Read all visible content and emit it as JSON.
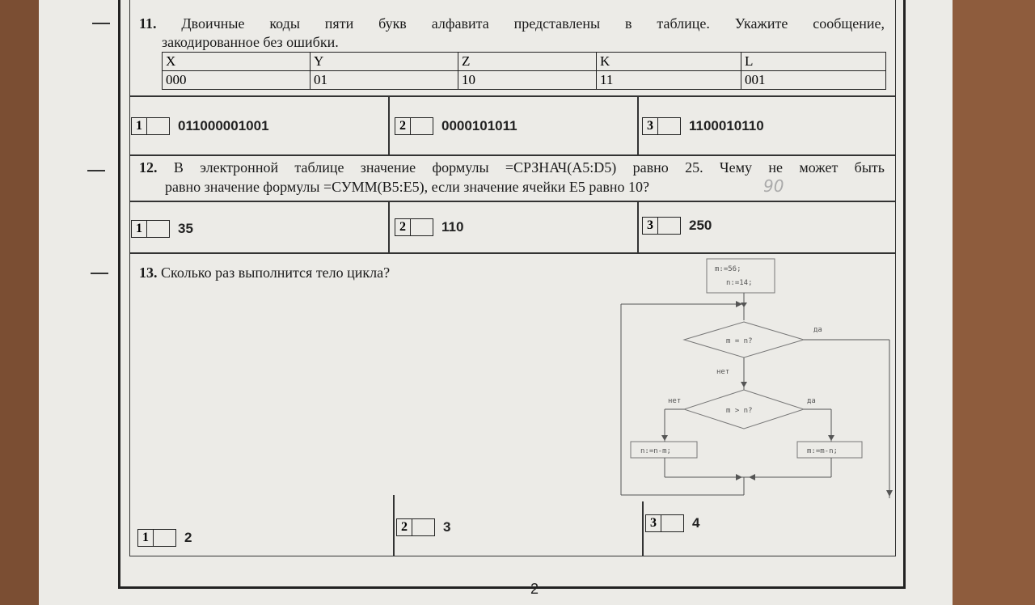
{
  "page_number": "2",
  "q11": {
    "number": "11.",
    "line1": "Двоичные коды пяти букв алфавита представлены в таблице. Укажите сообщение,",
    "line2": "закодированное без ошибки.",
    "headers": [
      "X",
      "Y",
      "Z",
      "K",
      "L"
    ],
    "codes": [
      "000",
      "01",
      "10",
      "11",
      "001"
    ],
    "answers": [
      {
        "num": "1",
        "value": "011000001001"
      },
      {
        "num": "2",
        "value": "0000101011"
      },
      {
        "num": "3",
        "value": "1100010110"
      }
    ]
  },
  "q12": {
    "number": "12.",
    "line1": "В электронной таблице значение формулы =СРЗНАЧ(A5:D5) равно 25. Чему не может быть",
    "line2": "равно значение формулы =СУММ(B5:E5), если значение ячейки E5 равно 10?",
    "handwritten": "90",
    "answers": [
      {
        "num": "1",
        "value": "35"
      },
      {
        "num": "2",
        "value": "110"
      },
      {
        "num": "3",
        "value": "250"
      }
    ]
  },
  "q13": {
    "number": "13.",
    "text": "Сколько раз выполнится тело цикла?",
    "flowchart": {
      "init1": "m:=56;",
      "init2": "n:=14;",
      "cond1": "m = n?",
      "cond1_yes": "да",
      "cond1_no": "нет",
      "cond2": "m > n?",
      "cond2_yes": "да",
      "cond2_no": "нет",
      "left_action": "n:=n-m;",
      "right_action": "m:=m-n;"
    },
    "answers": [
      {
        "num": "1",
        "value": "2"
      },
      {
        "num": "2",
        "value": "3"
      },
      {
        "num": "3",
        "value": "4"
      }
    ]
  }
}
